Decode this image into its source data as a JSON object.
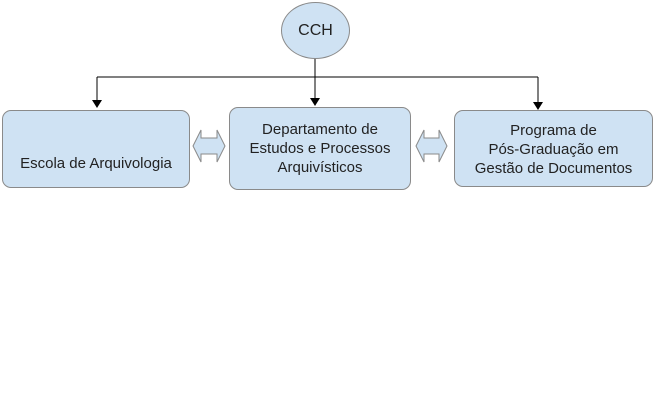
{
  "nodes": {
    "root": "CCH",
    "left": "Escola de Arquivologia",
    "middle": [
      "Departamento de",
      "Estudos e Processos",
      "Arquivísticos"
    ],
    "right": [
      "Programa de",
      "Pós-Graduação em",
      "Gestão de Documentos"
    ]
  },
  "colors": {
    "fill": "#cfe2f3",
    "border": "#8a8a8a",
    "line": "#000000"
  }
}
